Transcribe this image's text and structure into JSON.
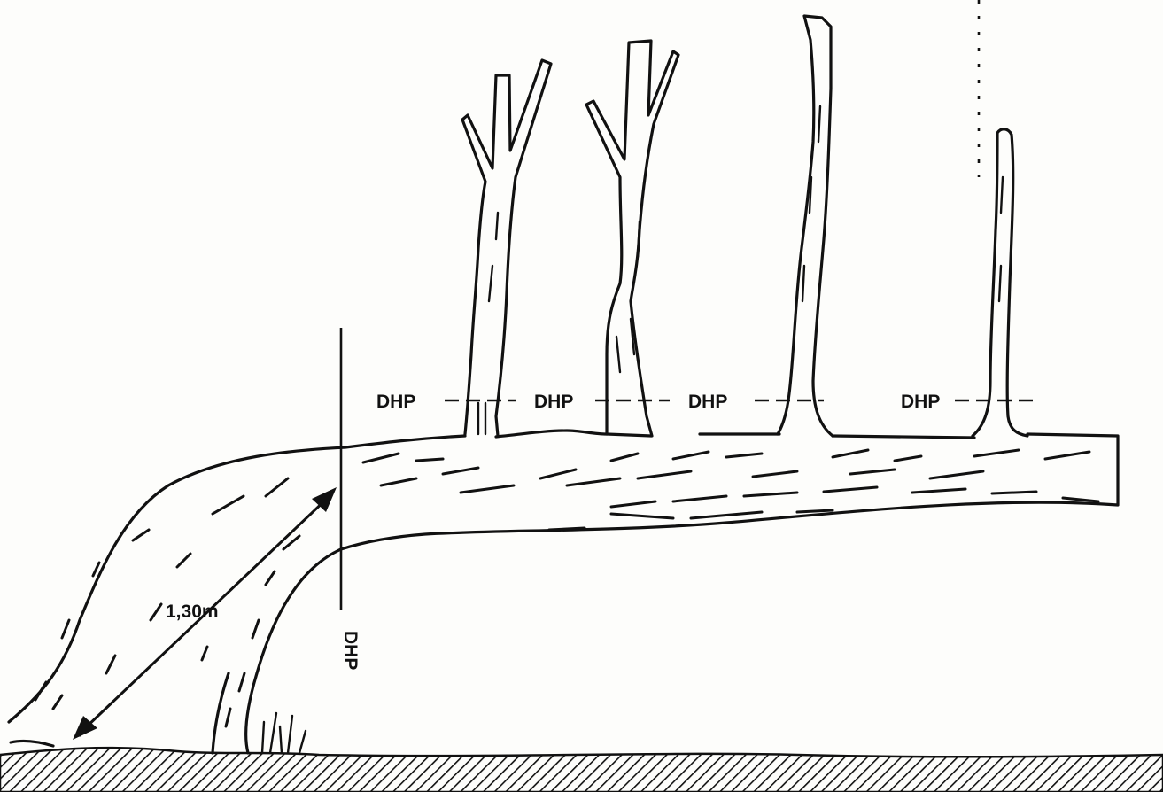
{
  "diagram": {
    "labels": {
      "dhp_1": "DHP",
      "dhp_2": "DHP",
      "dhp_3": "DHP",
      "dhp_4": "DHP",
      "dhp_trunk": "DHP",
      "height": "1,30m"
    }
  }
}
